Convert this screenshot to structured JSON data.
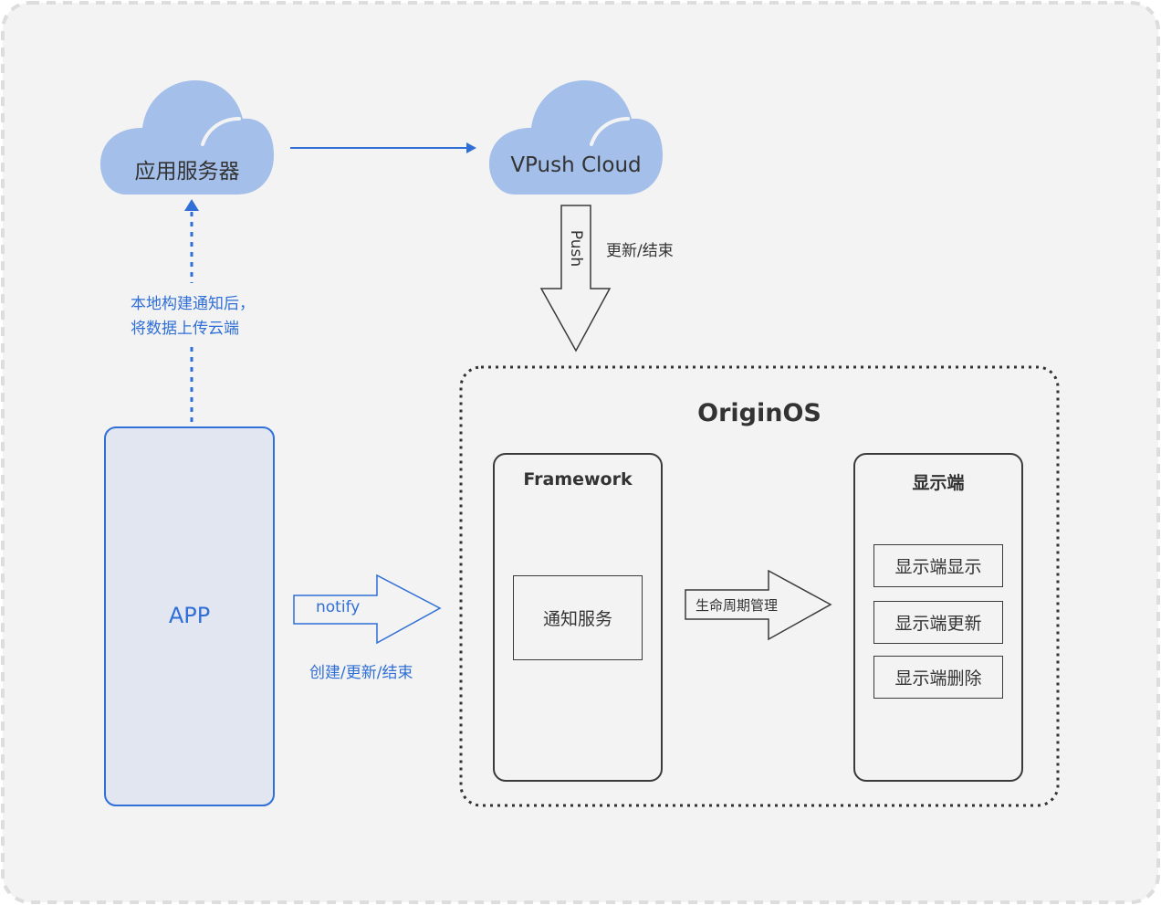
{
  "diagram": {
    "title": "OriginOS",
    "colors": {
      "background": "#F3F3F3",
      "outer_border": "#DDDDDD",
      "cloud_fill": "#A3BFEA",
      "accent_blue": "#2F6FD6",
      "app_fill": "#E1E6F1",
      "dark_stroke": "#3A3A3A",
      "text_dark": "#333333"
    },
    "nodes": {
      "app_server": {
        "label": "应用服务器",
        "shape": "cloud"
      },
      "vpush_cloud": {
        "label": "VPush Cloud",
        "shape": "cloud"
      },
      "app": {
        "label": "APP"
      },
      "originos": {
        "label": "OriginOS"
      },
      "framework": {
        "label": "Framework",
        "service": "通知服务"
      },
      "display": {
        "label": "显示端",
        "items": [
          "显示端显示",
          "显示端更新",
          "显示端删除"
        ]
      }
    },
    "edges": {
      "server_to_cloud": {
        "from": "应用服务器",
        "to": "VPush Cloud",
        "style": "solid"
      },
      "app_to_server": {
        "from": "APP",
        "to": "应用服务器",
        "style": "dotted",
        "label_line1": "本地构建通知后，",
        "label_line2": "将数据上传云端"
      },
      "push": {
        "from": "VPush Cloud",
        "to": "OriginOS",
        "arrow_text": "Push",
        "label": "更新/结束"
      },
      "notify": {
        "from": "APP",
        "to": "OriginOS",
        "arrow_text": "notify",
        "label": "创建/更新/结束"
      },
      "lifecycle": {
        "from": "Framework",
        "to": "显示端",
        "arrow_text": "生命周期管理"
      }
    }
  }
}
